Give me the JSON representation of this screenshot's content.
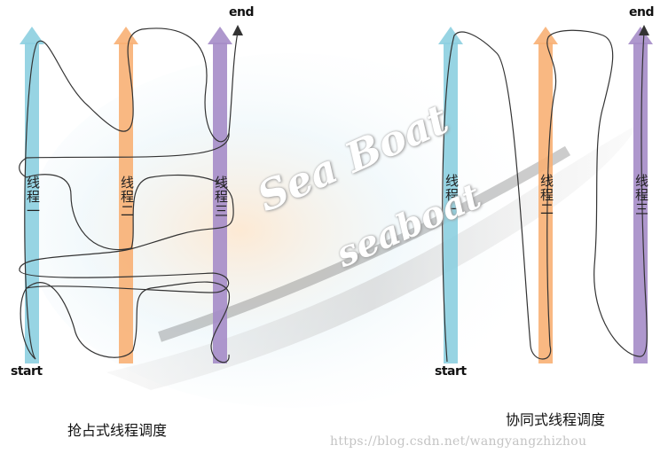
{
  "left": {
    "start": "start",
    "end": "end",
    "threads": [
      "线程一",
      "线程二",
      "线程三"
    ],
    "caption": "抢占式线程调度"
  },
  "right": {
    "start": "start",
    "end": "end",
    "threads": [
      "线程一",
      "线程二",
      "线程三"
    ],
    "caption": "协同式线程调度"
  },
  "watermark": {
    "line1": "Sea Boat",
    "line2": "seaboat",
    "url": "https://blog.csdn.net/wangyangzhizhou"
  },
  "colors": {
    "thread1": "#8ccfe0",
    "thread2": "#f8b074",
    "thread3": "#a58cc8",
    "line": "#333333"
  }
}
